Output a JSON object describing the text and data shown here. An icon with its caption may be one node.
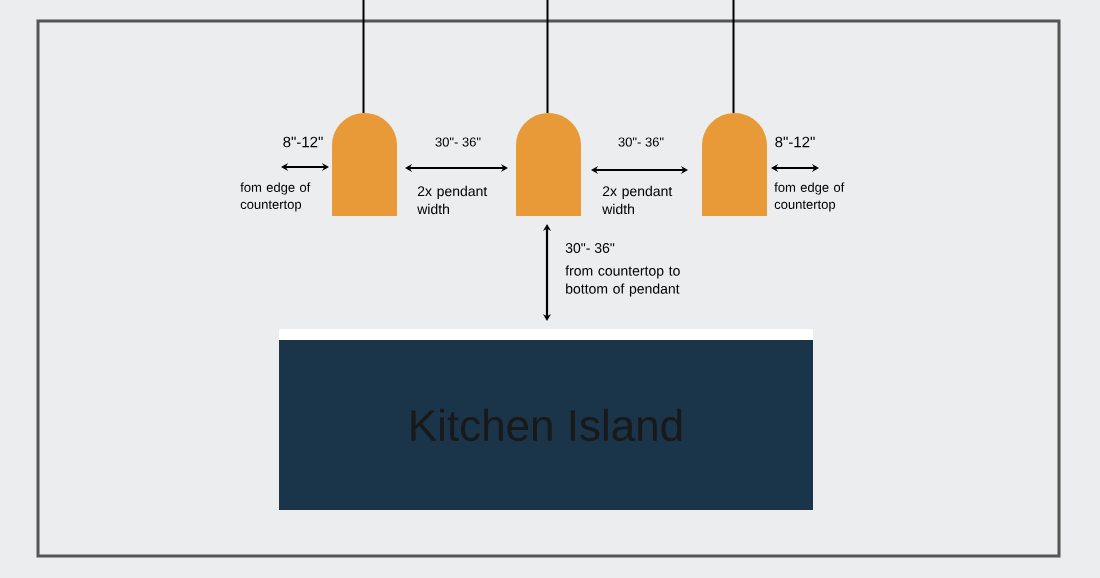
{
  "diagram": {
    "nodes": [
      {
        "text": [],
        "shape": "box"
      },
      {
        "text": [],
        "shape": "box"
      },
      {
        "text": [],
        "shape": "box"
      },
      {
        "text": [
          "Kitchen Island"
        ]
      }
    ],
    "labels": [
      "8\"-12\"",
      "30\"- 36\"",
      "30\"- 36\"",
      "8\"-12\"",
      "fom edge of countertop",
      "2x pendant width",
      "2x pendant width",
      "fom edge of countertop",
      "30\"- 36\"",
      "from countertop to bottom of pendant"
    ]
  }
}
